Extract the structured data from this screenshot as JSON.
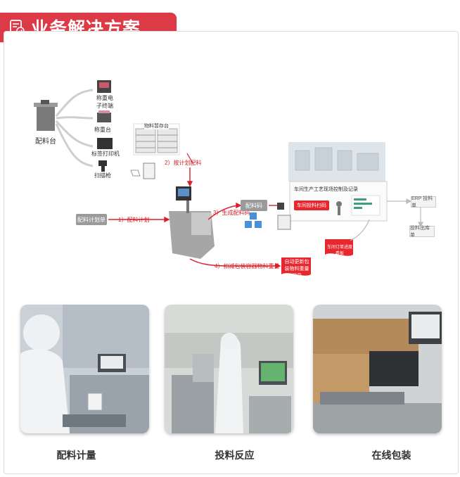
{
  "header": {
    "title": "业务解决方案"
  },
  "diagram": {
    "station": "配料台",
    "devices": [
      "称重电子终端",
      "称重台",
      "标签打印机",
      "扫描枪"
    ],
    "shelf_label": "物料暂存台",
    "arrow_1": "1）配料计划",
    "arrow_2": "2）按计划配料",
    "arrow_3": "3）生成配料码",
    "arrow_4": "4）扣减包装容器物料重量",
    "plan_box": "配料计划单",
    "code_box": "配料码",
    "system_title": "车间生产工艺现场控制及记录",
    "system_button": "车间投料扫码",
    "system_board": "车间订单进度看板",
    "auto_update": "自动更新包装物料重量记录",
    "erp": "ERP 投料单",
    "out_doc": "投料出库单"
  },
  "photos": [
    {
      "caption": "配料计量"
    },
    {
      "caption": "投料反应"
    },
    {
      "caption": "在线包装"
    }
  ],
  "colors": {
    "accent": "#dc3a46",
    "arrow": "#d8202a"
  }
}
